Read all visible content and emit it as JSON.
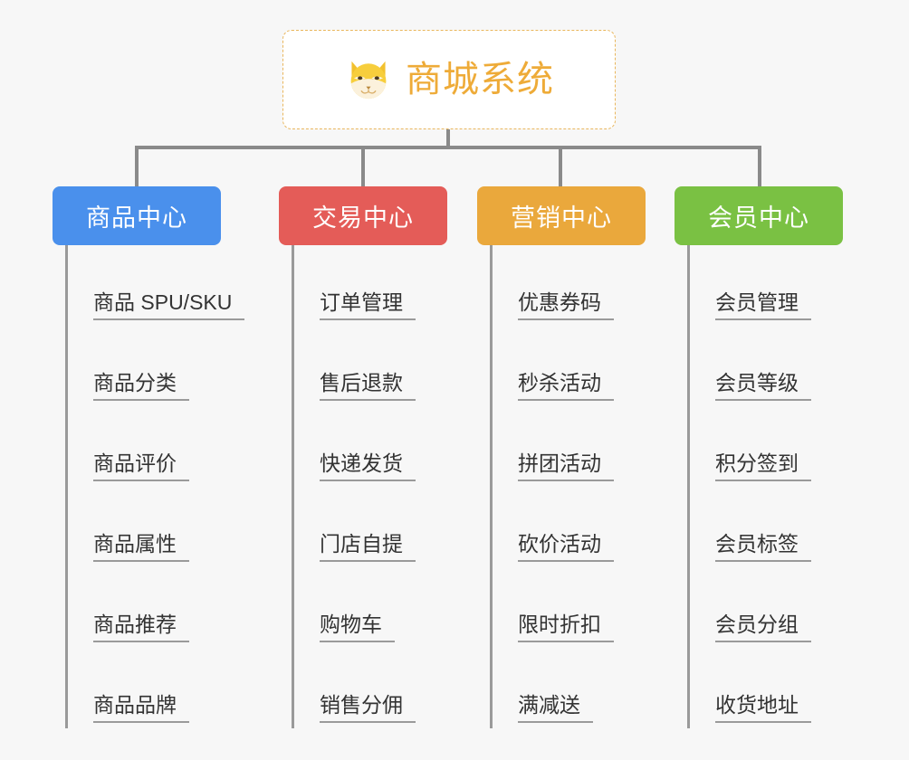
{
  "background_color": "#f7f7f7",
  "root": {
    "icon": "shiba-dog-face-emoji",
    "title": "商城系统",
    "text_color": "#eeab38",
    "border_color": "#e9b65c",
    "background_color": "#ffffff"
  },
  "connector_color": "#8a8a8a",
  "columns": [
    {
      "id": "product-center",
      "label": "商品中心",
      "color": "#4a90ec",
      "items": [
        "商品 SPU/SKU",
        "商品分类",
        "商品评价",
        "商品属性",
        "商品推荐",
        "商品品牌"
      ]
    },
    {
      "id": "trade-center",
      "label": "交易中心",
      "color": "#e45c58",
      "items": [
        "订单管理",
        "售后退款",
        "快递发货",
        "门店自提",
        "购物车",
        "销售分佣"
      ]
    },
    {
      "id": "marketing-center",
      "label": "营销中心",
      "color": "#eaa83c",
      "items": [
        "优惠券码",
        "秒杀活动",
        "拼团活动",
        "砍价活动",
        "限时折扣",
        "满减送"
      ]
    },
    {
      "id": "member-center",
      "label": "会员中心",
      "color": "#7ac143",
      "items": [
        "会员管理",
        "会员等级",
        "积分签到",
        "会员标签",
        "会员分组",
        "收货地址"
      ]
    }
  ]
}
